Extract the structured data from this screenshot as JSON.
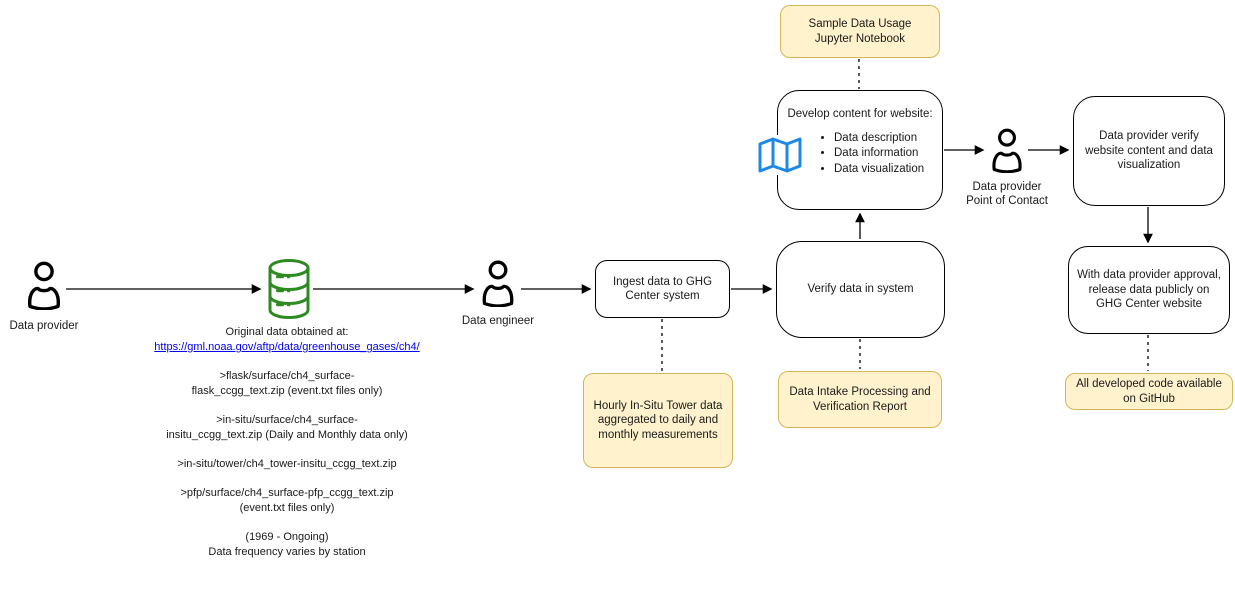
{
  "colors": {
    "note_fill": "#FFF2CC",
    "note_border": "#D6B656",
    "box_border": "#000000",
    "connector": "#000000",
    "link": "#0000EE",
    "database_icon": "#2E8B22",
    "map_icon": "#1E88E5",
    "person_icon": "#000000"
  },
  "actors": {
    "data_provider": {
      "label": "Data provider"
    },
    "data_engineer": {
      "label": "Data engineer"
    },
    "data_provider_poc": {
      "label": "Data provider\nPoint of Contact"
    }
  },
  "nodes": {
    "ingest": {
      "text": "Ingest data to GHG Center system"
    },
    "verify": {
      "text": "Verify data in system"
    },
    "develop": {
      "title": "Develop content for website:",
      "bullets": [
        "Data description",
        "Data information",
        "Data visualization"
      ]
    },
    "provider_verify": {
      "text": "Data provider verify website content and data visualization"
    },
    "release": {
      "text": "With data provider approval, release data publicly on GHG Center website"
    }
  },
  "notes": {
    "jupyter": {
      "text": "Sample Data Usage Jupyter Notebook"
    },
    "hourly": {
      "text": "Hourly In-Situ Tower data aggregated to daily and monthly measurements"
    },
    "intake_report": {
      "text": "Data Intake Processing and Verification Report"
    },
    "github": {
      "text": "All developed code available on GitHub"
    }
  },
  "source_info": {
    "heading": "Original data obtained at:",
    "link": "https://gml.noaa.gov/aftp/data/greenhouse_gases/ch4/",
    "entries": [
      ">flask/surface/ch4_surface-\nflask_ccgg_text.zip (event.txt files only)",
      ">in-situ/surface/ch4_surface-\ninsitu_ccgg_text.zip (Daily and Monthly data only)",
      ">in-situ/tower/ch4_tower-insitu_ccgg_text.zip",
      ">pfp/surface/ch4_surface-pfp_ccgg_text.zip\n(event.txt files only)"
    ],
    "footer": "(1969 - Ongoing)\nData frequency varies by station"
  }
}
